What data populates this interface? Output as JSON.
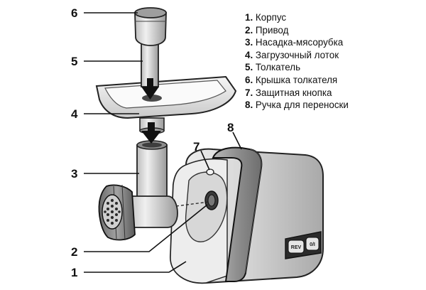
{
  "callouts": [
    {
      "number": "1"
    },
    {
      "number": "2"
    },
    {
      "number": "3"
    },
    {
      "number": "4"
    },
    {
      "number": "5"
    },
    {
      "number": "6"
    },
    {
      "number": "7"
    },
    {
      "number": "8"
    }
  ],
  "legend": [
    {
      "number": "1.",
      "label": "Корпус"
    },
    {
      "number": "2.",
      "label": "Привод"
    },
    {
      "number": "3.",
      "label": "Насадка-мясорубка"
    },
    {
      "number": "4.",
      "label": "Загрузочный лоток"
    },
    {
      "number": "5.",
      "label": "Толкатель"
    },
    {
      "number": "6.",
      "label": "Крышка толкателя"
    },
    {
      "number": "7.",
      "label": "Защитная кнопка"
    },
    {
      "number": "8.",
      "label": "Ручка для переноски"
    }
  ],
  "buttons": {
    "reverse": "REV",
    "on_off": "0/I"
  },
  "icons": [
    "arrow-down-icon"
  ]
}
